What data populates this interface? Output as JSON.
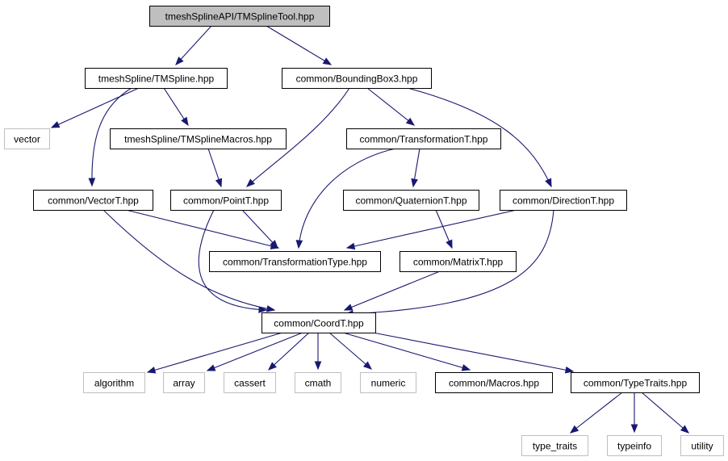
{
  "diagram": {
    "type": "include-dependency-graph",
    "colors": {
      "edge": "#191970",
      "root_fill": "#bfbfbf",
      "node_fill": "#ffffff",
      "node_border": "#000000",
      "external_border": "#bfbfbf"
    },
    "nodes": [
      {
        "id": "root",
        "label": "tmeshSplineAPI/TMSplineTool.hpp",
        "kind": "root"
      },
      {
        "id": "tmspline",
        "label": "tmeshSpline/TMSpline.hpp",
        "kind": "internal"
      },
      {
        "id": "bbox3",
        "label": "common/BoundingBox3.hpp",
        "kind": "internal"
      },
      {
        "id": "vector",
        "label": "vector",
        "kind": "external"
      },
      {
        "id": "macros_tm",
        "label": "tmeshSpline/TMSplineMacros.hpp",
        "kind": "internal"
      },
      {
        "id": "transT",
        "label": "common/TransformationT.hpp",
        "kind": "internal"
      },
      {
        "id": "vectorT",
        "label": "common/VectorT.hpp",
        "kind": "internal"
      },
      {
        "id": "pointT",
        "label": "common/PointT.hpp",
        "kind": "internal"
      },
      {
        "id": "quatT",
        "label": "common/QuaternionT.hpp",
        "kind": "internal"
      },
      {
        "id": "dirT",
        "label": "common/DirectionT.hpp",
        "kind": "internal"
      },
      {
        "id": "transType",
        "label": "common/TransformationType.hpp",
        "kind": "internal"
      },
      {
        "id": "matrixT",
        "label": "common/MatrixT.hpp",
        "kind": "internal"
      },
      {
        "id": "coordT",
        "label": "common/CoordT.hpp",
        "kind": "internal"
      },
      {
        "id": "algorithm",
        "label": "algorithm",
        "kind": "external"
      },
      {
        "id": "array",
        "label": "array",
        "kind": "external"
      },
      {
        "id": "cassert",
        "label": "cassert",
        "kind": "external"
      },
      {
        "id": "cmath",
        "label": "cmath",
        "kind": "external"
      },
      {
        "id": "numeric",
        "label": "numeric",
        "kind": "external"
      },
      {
        "id": "cmacros",
        "label": "common/Macros.hpp",
        "kind": "internal"
      },
      {
        "id": "typetraits",
        "label": "common/TypeTraits.hpp",
        "kind": "internal"
      },
      {
        "id": "type_traits",
        "label": "type_traits",
        "kind": "external"
      },
      {
        "id": "typeinfo",
        "label": "typeinfo",
        "kind": "external"
      },
      {
        "id": "utility",
        "label": "utility",
        "kind": "external"
      }
    ],
    "edges": [
      {
        "from": "root",
        "to": "tmspline"
      },
      {
        "from": "root",
        "to": "bbox3"
      },
      {
        "from": "tmspline",
        "to": "vector"
      },
      {
        "from": "tmspline",
        "to": "vectorT"
      },
      {
        "from": "tmspline",
        "to": "macros_tm"
      },
      {
        "from": "bbox3",
        "to": "pointT"
      },
      {
        "from": "bbox3",
        "to": "transT"
      },
      {
        "from": "bbox3",
        "to": "dirT"
      },
      {
        "from": "macros_tm",
        "to": "pointT"
      },
      {
        "from": "transT",
        "to": "transType"
      },
      {
        "from": "transT",
        "to": "quatT"
      },
      {
        "from": "vectorT",
        "to": "transType"
      },
      {
        "from": "vectorT",
        "to": "coordT"
      },
      {
        "from": "pointT",
        "to": "transType"
      },
      {
        "from": "pointT",
        "to": "coordT"
      },
      {
        "from": "quatT",
        "to": "matrixT"
      },
      {
        "from": "dirT",
        "to": "transType"
      },
      {
        "from": "dirT",
        "to": "coordT"
      },
      {
        "from": "matrixT",
        "to": "coordT"
      },
      {
        "from": "coordT",
        "to": "algorithm"
      },
      {
        "from": "coordT",
        "to": "array"
      },
      {
        "from": "coordT",
        "to": "cassert"
      },
      {
        "from": "coordT",
        "to": "cmath"
      },
      {
        "from": "coordT",
        "to": "numeric"
      },
      {
        "from": "coordT",
        "to": "cmacros"
      },
      {
        "from": "coordT",
        "to": "typetraits"
      },
      {
        "from": "typetraits",
        "to": "type_traits"
      },
      {
        "from": "typetraits",
        "to": "typeinfo"
      },
      {
        "from": "typetraits",
        "to": "utility"
      }
    ]
  }
}
